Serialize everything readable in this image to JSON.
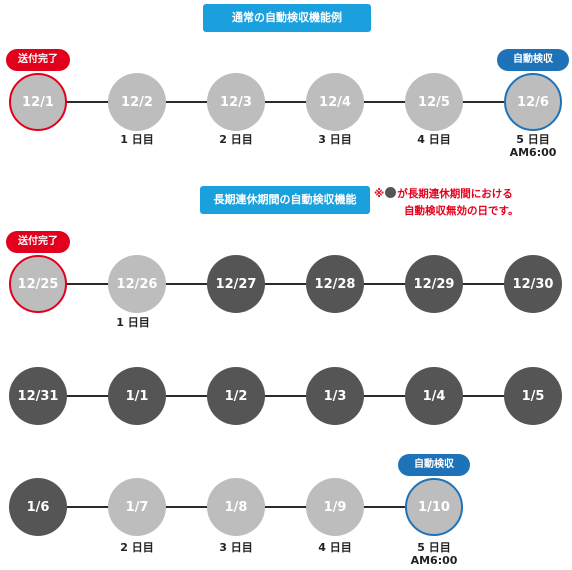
{
  "colors": {
    "banner_bg": "#1aa0dc",
    "sent_red": "#e3001c",
    "auto_blue": "#1e73b8",
    "node_light": "#bdbdbd",
    "node_dark": "#555555"
  },
  "section1": {
    "title": "通常の自動検収機能例",
    "sent_tag": "送付完了",
    "auto_tag": "自動検収",
    "nodes": [
      "12/1",
      "12/2",
      "12/3",
      "12/4",
      "12/5",
      "12/6"
    ],
    "captions": [
      "1 日目",
      "2 日目",
      "3 日目",
      "4 日目",
      "5 日目"
    ],
    "time": "AM6:00"
  },
  "section2": {
    "title": "長期連休期間の自動検収機能",
    "note_prefix": "※",
    "note_line1": "が長期連休期間における",
    "note_line2": "自動検収無効の日です。",
    "sent_tag": "送付完了",
    "auto_tag": "自動検収",
    "row1": [
      "12/25",
      "12/26",
      "12/27",
      "12/28",
      "12/29",
      "12/30"
    ],
    "row1_caption": "1 日目",
    "row2": [
      "12/31",
      "1/1",
      "1/2",
      "1/3",
      "1/4",
      "1/5"
    ],
    "row3": [
      "1/6",
      "1/7",
      "1/8",
      "1/9",
      "1/10"
    ],
    "row3_captions": [
      "2 日目",
      "3 日目",
      "4 日目",
      "5 日目"
    ],
    "time": "AM6:00"
  }
}
